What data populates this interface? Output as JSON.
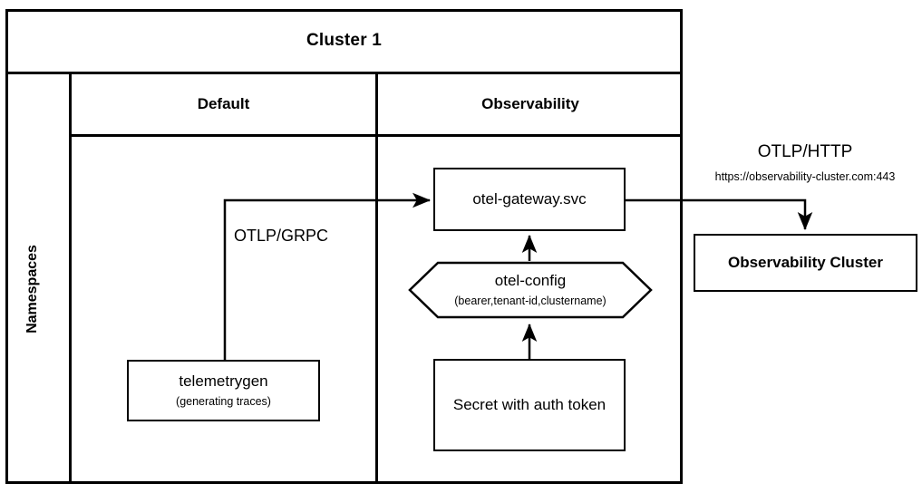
{
  "diagram": {
    "title": "Cluster 1",
    "namespaces_label": "Namespaces",
    "namespaces": [
      {
        "name": "Default"
      },
      {
        "name": "Observability"
      }
    ],
    "nodes": {
      "otel_gateway": {
        "title": "otel-gateway.svc"
      },
      "otel_config": {
        "title": "otel-config",
        "subtitle": "(bearer,tenant-id,clustername)"
      },
      "telemetrygen": {
        "title": "telemetrygen",
        "subtitle": "(generating traces)"
      },
      "secret": {
        "title": "Secret with auth token"
      },
      "observability_cluster": {
        "title": "Observability Cluster"
      }
    },
    "edges": {
      "telemetrygen_to_gateway": {
        "label": "OTLP/GRPC"
      },
      "gateway_to_observability_cluster": {
        "label": "OTLP/HTTP",
        "url": "https://observability-cluster.com:443"
      }
    },
    "colors": {
      "stroke": "#000000",
      "background": "#ffffff"
    }
  }
}
